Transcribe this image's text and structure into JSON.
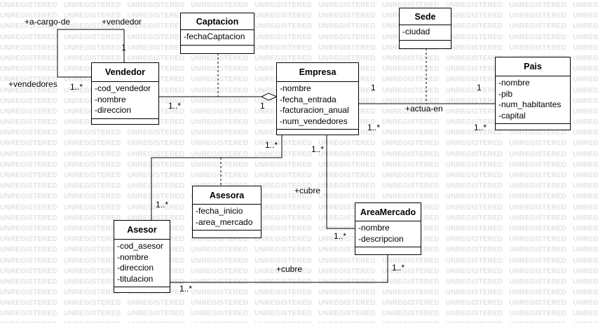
{
  "watermark_text": "UNREGISTERED",
  "classes": {
    "captacion": {
      "name": "Captacion",
      "attributes": [
        "-fechaCaptacion"
      ]
    },
    "sede": {
      "name": "Sede",
      "attributes": [
        "-ciudad"
      ]
    },
    "vendedor": {
      "name": "Vendedor",
      "attributes": [
        "-cod_vendedor",
        "-nombre",
        "-direccion"
      ]
    },
    "empresa": {
      "name": "Empresa",
      "attributes": [
        "-nombre",
        "-fecha_entrada",
        "-facturacion_anual",
        "-num_vendedores"
      ]
    },
    "pais": {
      "name": "Pais",
      "attributes": [
        "-nombre",
        "-pib",
        "-num_habitantes",
        "-capital"
      ]
    },
    "asesora": {
      "name": "Asesora",
      "attributes": [
        "-fecha_inicio",
        "-area_mercado"
      ]
    },
    "asesor": {
      "name": "Asesor",
      "attributes": [
        "-cod_asesor",
        "-nombre",
        "-direccion",
        "-titulacion"
      ]
    },
    "areamercado": {
      "name": "AreaMercado",
      "attributes": [
        "-nombre",
        "-descripcion"
      ]
    }
  },
  "labels": {
    "a_cargo_de": "+a-cargo-de",
    "vendedor_role": "+vendedor",
    "mult_self_1": "1",
    "vendedores_role": "+vendedores",
    "mult_self_many": "1..*",
    "mult_vend_emp": "1..*",
    "mult_emp_vend": "1",
    "mult_emp_pais": "1",
    "mult_pais_emp": "1",
    "actua_en": "+actua-en",
    "mult_emp_pais_many": "1..*",
    "mult_pais_many": "1..*",
    "mult_emp_asesor": "1..*",
    "mult_emp_area": "1..*",
    "mult_asesor_top": "1..*",
    "cubre_top": "+cubre",
    "mult_area_left": "1..*",
    "cubre_bottom": "+cubre",
    "mult_area_bottom": "1..*",
    "mult_asesor_bottom": "1..*"
  },
  "colors": {
    "line": "#000000",
    "watermark": "#e2e2e2",
    "background": "#ffffff"
  }
}
